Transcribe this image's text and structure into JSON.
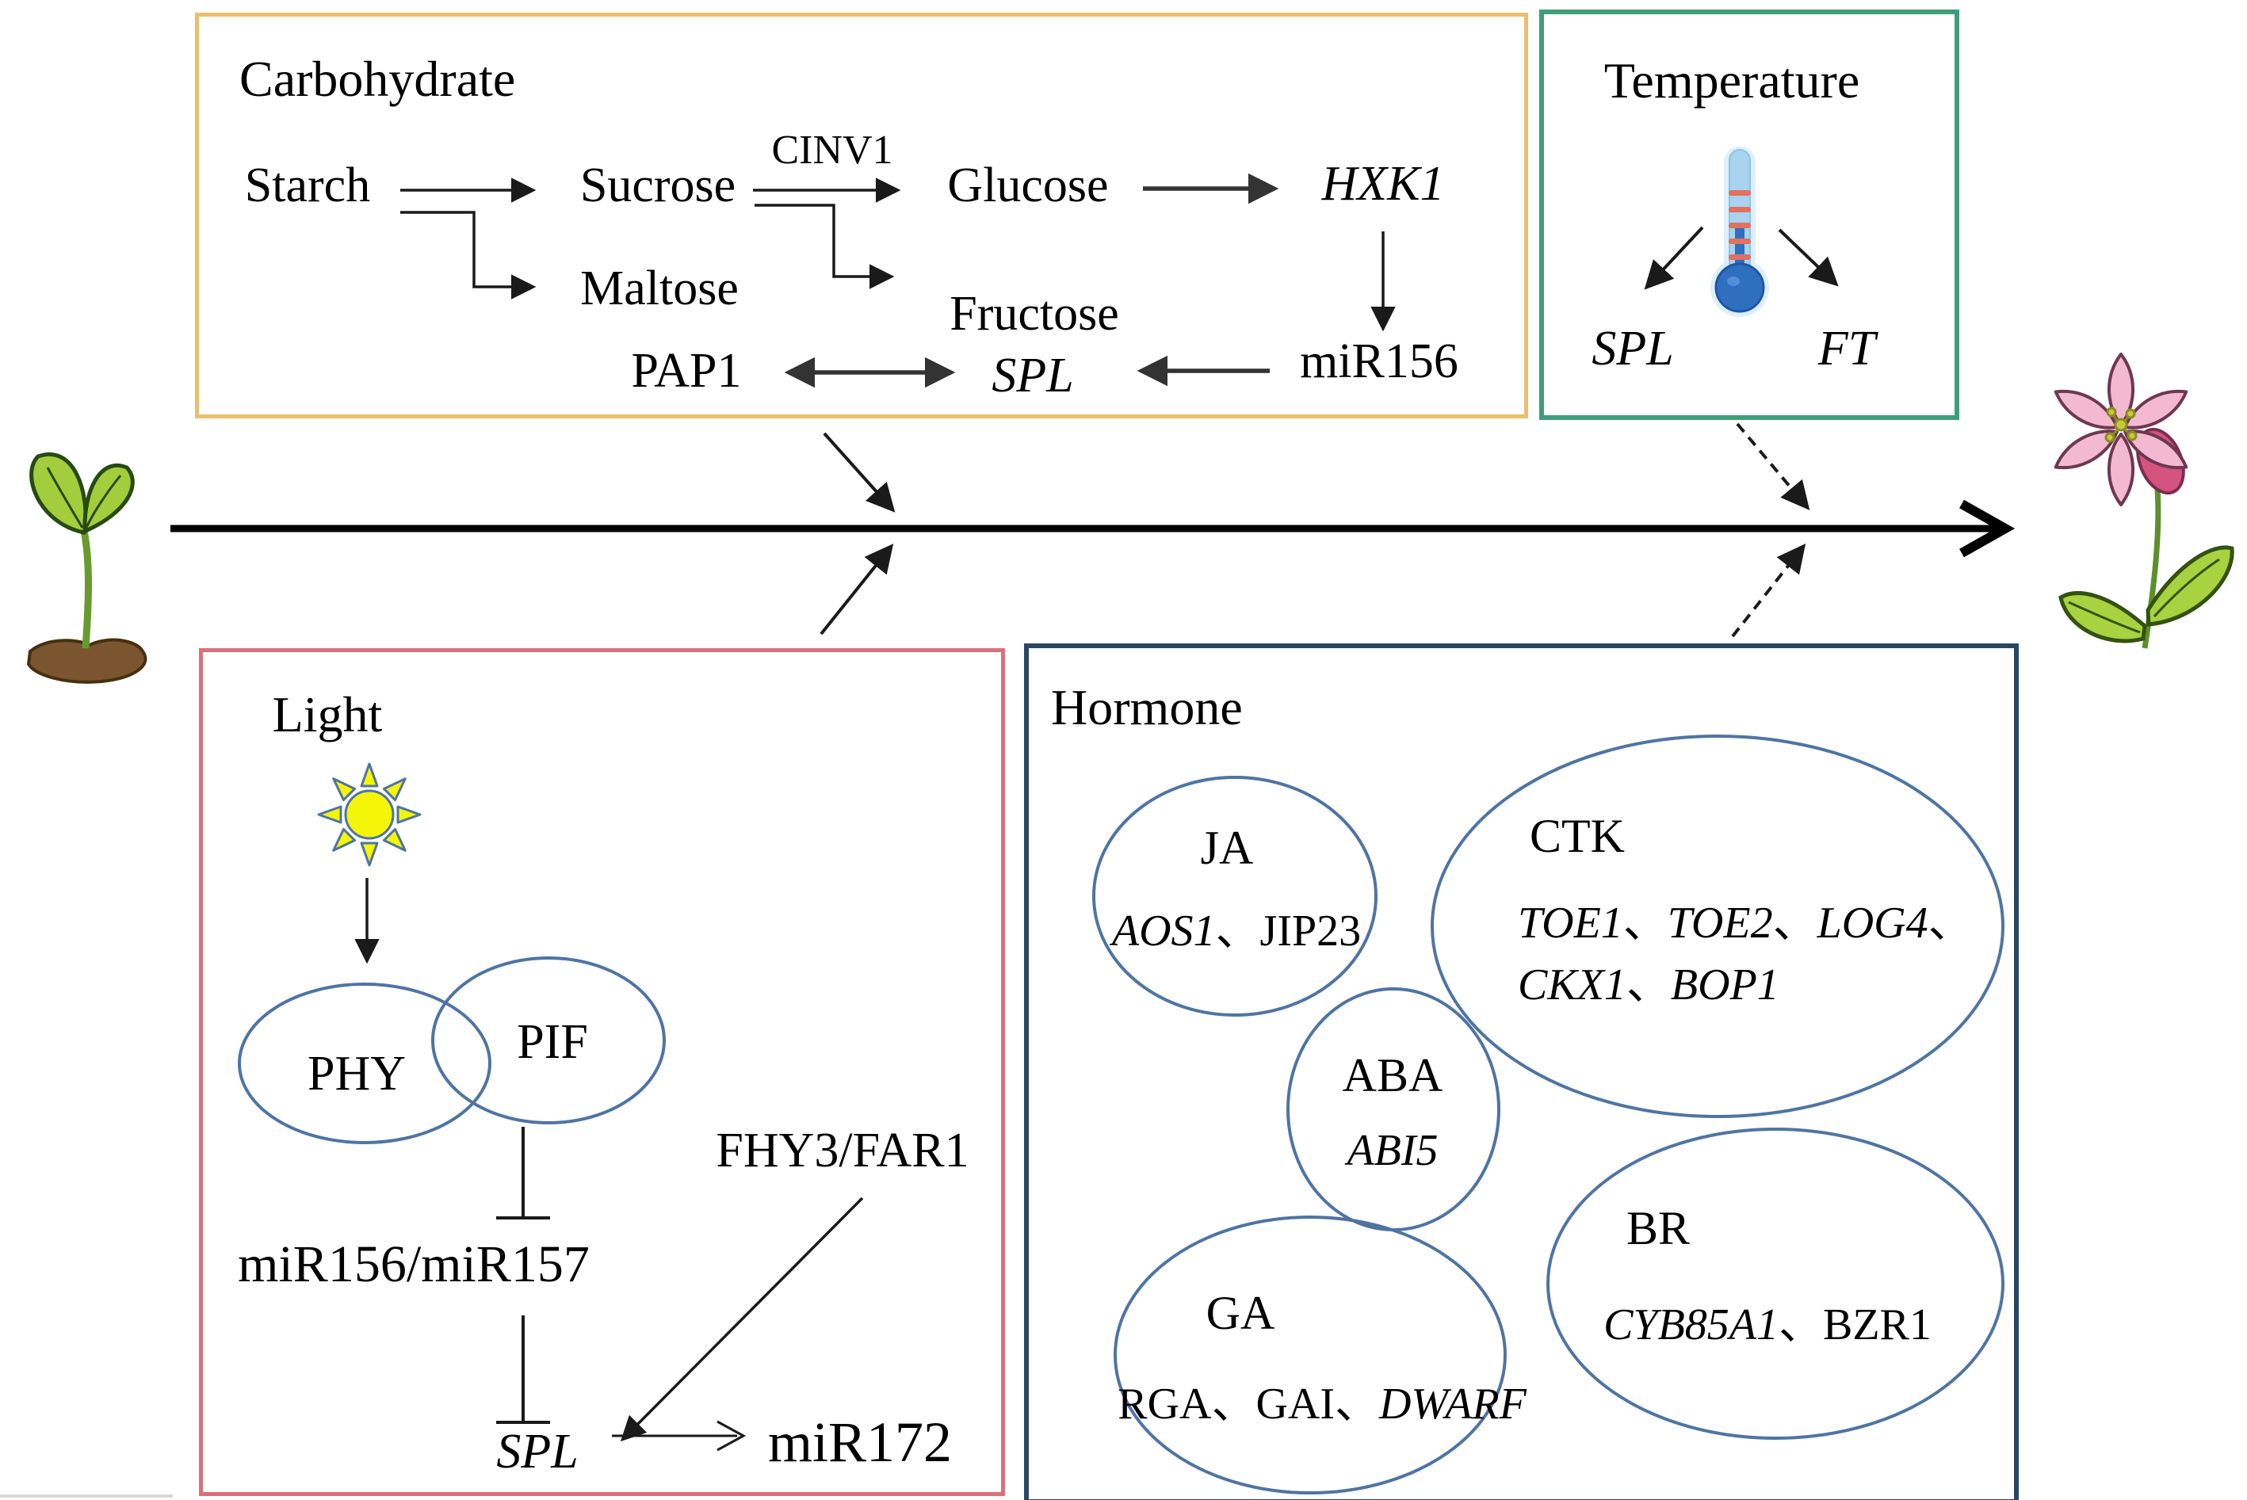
{
  "figure": {
    "type": "pathway-diagram",
    "description_axis": "seedling-to-flowering timeline"
  },
  "colors": {
    "carbohydrate_border": "#E9BE6C",
    "temperature_border": "#3F9E7A",
    "light_border": "#D9707B",
    "hormone_border": "#294663",
    "ellipse_stroke": "#4F74A3",
    "arrow": "#000000",
    "sun_yellow": "#F5F50A",
    "thermometer_blue": "#2F6FC0",
    "thermometer_tick_red": "#E4705E",
    "flower_pink": "#F2B9D0",
    "leaf_green": "#A4CD3D",
    "soil_brown": "#7B5430"
  },
  "icons": {
    "seedling": "seedling-icon",
    "sun": "sun-icon",
    "thermometer": "thermometer-icon",
    "flower": "flower-icon"
  },
  "boxes": {
    "carbohydrate": {
      "title": "Carbohydrate",
      "nodes": {
        "starch": "Starch",
        "sucrose": "Sucrose",
        "cinv1": "CINV1",
        "glucose": "Glucose",
        "hxk1": "HXK1",
        "maltose": "Maltose",
        "fructose": "Fructose",
        "pap1": "PAP1",
        "spl": "SPL",
        "mir156": "miR156"
      }
    },
    "temperature": {
      "title": "Temperature",
      "nodes": {
        "spl": "SPL",
        "ft": "FT"
      }
    },
    "light": {
      "title": "Light",
      "nodes": {
        "phy": "PHY",
        "pif": "PIF",
        "mir156_157": "miR156/miR157",
        "fhy3_far1": "FHY3/FAR1",
        "spl": "SPL",
        "mir172": "miR172"
      }
    },
    "hormone": {
      "title": "Hormone",
      "groups": {
        "ja": {
          "label": "JA",
          "genes": [
            {
              "t": "AOS1",
              "i": true
            },
            {
              "t": "、",
              "i": false
            },
            {
              "t": "JIP23",
              "i": false
            }
          ]
        },
        "ctk": {
          "label": "CTK",
          "genes1": [
            {
              "t": "TOE1",
              "i": true
            },
            {
              "t": "、",
              "i": false
            },
            {
              "t": "TOE2",
              "i": true
            },
            {
              "t": "、",
              "i": false
            },
            {
              "t": "LOG4",
              "i": true
            },
            {
              "t": "、",
              "i": false
            }
          ],
          "genes2": [
            {
              "t": "CKX1",
              "i": true
            },
            {
              "t": "、",
              "i": false
            },
            {
              "t": "BOP1",
              "i": true
            }
          ]
        },
        "aba": {
          "label": "ABA",
          "genes": [
            {
              "t": "ABI5",
              "i": true
            }
          ]
        },
        "ga": {
          "label": "GA",
          "genes": [
            {
              "t": "RGA",
              "i": false
            },
            {
              "t": "、",
              "i": false
            },
            {
              "t": "GAI",
              "i": false
            },
            {
              "t": "、",
              "i": false
            },
            {
              "t": "DWARF",
              "i": true
            }
          ]
        },
        "br": {
          "label": "BR",
          "genes": [
            {
              "t": "CYB85A1",
              "i": true
            },
            {
              "t": "、",
              "i": false
            },
            {
              "t": "BZR1",
              "i": false
            }
          ]
        }
      }
    }
  }
}
